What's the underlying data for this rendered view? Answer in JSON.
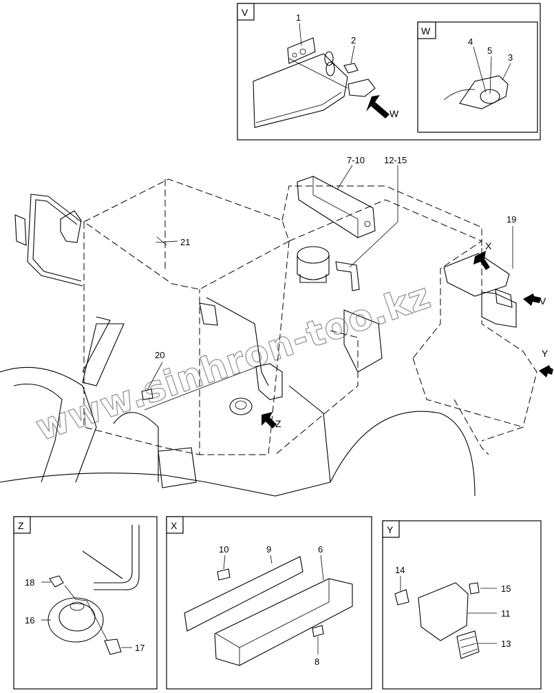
{
  "watermark": "www.sinhron-too.kz",
  "detail_views": {
    "V": {
      "tag": "V",
      "parts": [
        "1",
        "2"
      ],
      "arrow_label": "W"
    },
    "W": {
      "tag": "W",
      "parts": [
        "4",
        "5",
        "3"
      ]
    },
    "Z": {
      "tag": "Z",
      "parts": [
        "18",
        "16",
        "17"
      ]
    },
    "X": {
      "tag": "X",
      "parts": [
        "10",
        "9",
        "6",
        "8"
      ]
    },
    "Y": {
      "tag": "Y",
      "parts": [
        "14",
        "15",
        "11",
        "13"
      ]
    }
  },
  "main_view": {
    "part_labels": [
      "7-10",
      "12-15",
      "19",
      "21",
      "20"
    ],
    "view_arrows": [
      "X",
      "V",
      "Y",
      "Z"
    ]
  }
}
